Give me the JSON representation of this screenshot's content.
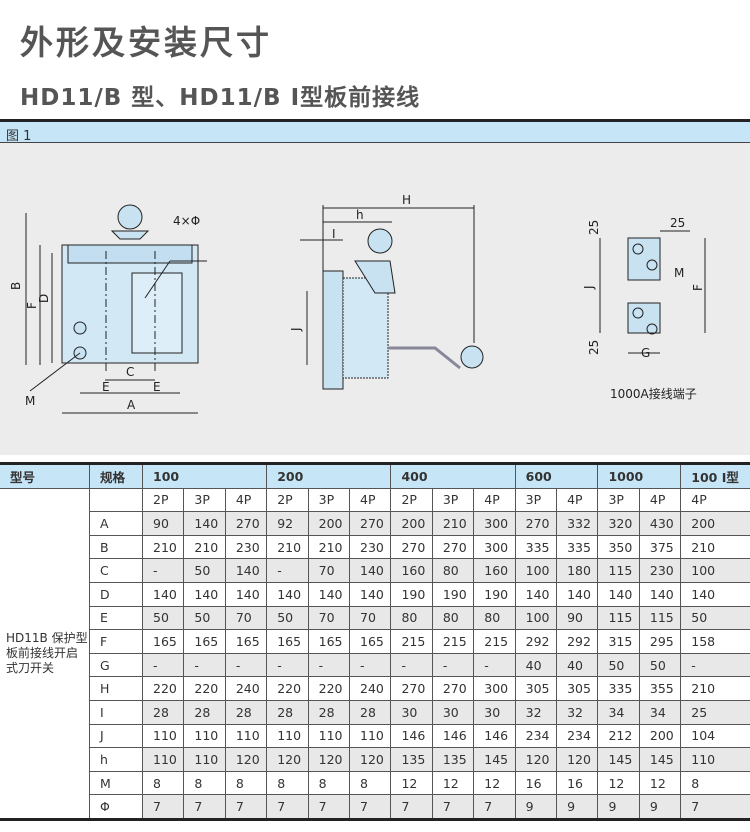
{
  "title": "外形及安装尺寸",
  "subtitle": "HD11/B 型、HD11/B Ⅰ型板前接线",
  "figure": {
    "label": "图 1",
    "front": {
      "B": "B",
      "F": "F",
      "D": "D",
      "M": "M",
      "C": "C",
      "E1": "E",
      "E2": "E",
      "A": "A",
      "hole": "4×Φ"
    },
    "side": {
      "H": "H",
      "h": "h",
      "I": "I",
      "J": "J"
    },
    "terminal": {
      "t1": "25",
      "t2": "25",
      "t3": "25",
      "J": "J",
      "F": "F",
      "M": "M",
      "G": "G",
      "caption": "1000A接线端子"
    }
  },
  "table": {
    "headers": [
      "型号",
      "规格",
      "100",
      "200",
      "400",
      "600",
      "1000",
      "100 Ⅰ型"
    ],
    "poles": [
      "2P",
      "3P",
      "4P",
      "2P",
      "3P",
      "4P",
      "2P",
      "3P",
      "4P",
      "3P",
      "4P",
      "3P",
      "4P",
      "4P"
    ],
    "model": "HD11B 保护型板前接线开启式刀开关",
    "rows": [
      {
        "k": "A",
        "v": [
          "90",
          "140",
          "270",
          "92",
          "200",
          "270",
          "200",
          "210",
          "300",
          "270",
          "332",
          "320",
          "430",
          "200"
        ]
      },
      {
        "k": "B",
        "v": [
          "210",
          "210",
          "230",
          "210",
          "210",
          "230",
          "270",
          "270",
          "300",
          "335",
          "335",
          "350",
          "375",
          "210"
        ]
      },
      {
        "k": "C",
        "v": [
          "-",
          "50",
          "140",
          "-",
          "70",
          "140",
          "160",
          "80",
          "160",
          "100",
          "180",
          "115",
          "230",
          "100"
        ]
      },
      {
        "k": "D",
        "v": [
          "140",
          "140",
          "140",
          "140",
          "140",
          "140",
          "190",
          "190",
          "190",
          "140",
          "140",
          "140",
          "140",
          "140"
        ]
      },
      {
        "k": "E",
        "v": [
          "50",
          "50",
          "70",
          "50",
          "70",
          "70",
          "80",
          "80",
          "80",
          "100",
          "90",
          "115",
          "115",
          "50"
        ]
      },
      {
        "k": "F",
        "v": [
          "165",
          "165",
          "165",
          "165",
          "165",
          "165",
          "215",
          "215",
          "215",
          "292",
          "292",
          "315",
          "295",
          "158"
        ]
      },
      {
        "k": "G",
        "v": [
          "-",
          "-",
          "-",
          "-",
          "-",
          "-",
          "-",
          "-",
          "-",
          "40",
          "40",
          "50",
          "50",
          "-"
        ]
      },
      {
        "k": "H",
        "v": [
          "220",
          "220",
          "240",
          "220",
          "220",
          "240",
          "270",
          "270",
          "300",
          "305",
          "305",
          "335",
          "355",
          "210"
        ]
      },
      {
        "k": "I",
        "v": [
          "28",
          "28",
          "28",
          "28",
          "28",
          "28",
          "30",
          "30",
          "30",
          "32",
          "32",
          "34",
          "34",
          "25"
        ]
      },
      {
        "k": "J",
        "v": [
          "110",
          "110",
          "110",
          "110",
          "110",
          "110",
          "146",
          "146",
          "146",
          "234",
          "234",
          "212",
          "200",
          "104"
        ]
      },
      {
        "k": "h",
        "v": [
          "110",
          "110",
          "120",
          "120",
          "120",
          "120",
          "135",
          "135",
          "145",
          "120",
          "120",
          "145",
          "145",
          "110"
        ]
      },
      {
        "k": "M",
        "v": [
          "8",
          "8",
          "8",
          "8",
          "8",
          "8",
          "12",
          "12",
          "12",
          "16",
          "16",
          "12",
          "12",
          "8"
        ]
      },
      {
        "k": "Φ",
        "v": [
          "7",
          "7",
          "7",
          "7",
          "7",
          "7",
          "7",
          "7",
          "7",
          "9",
          "9",
          "9",
          "9",
          "7"
        ]
      }
    ]
  }
}
